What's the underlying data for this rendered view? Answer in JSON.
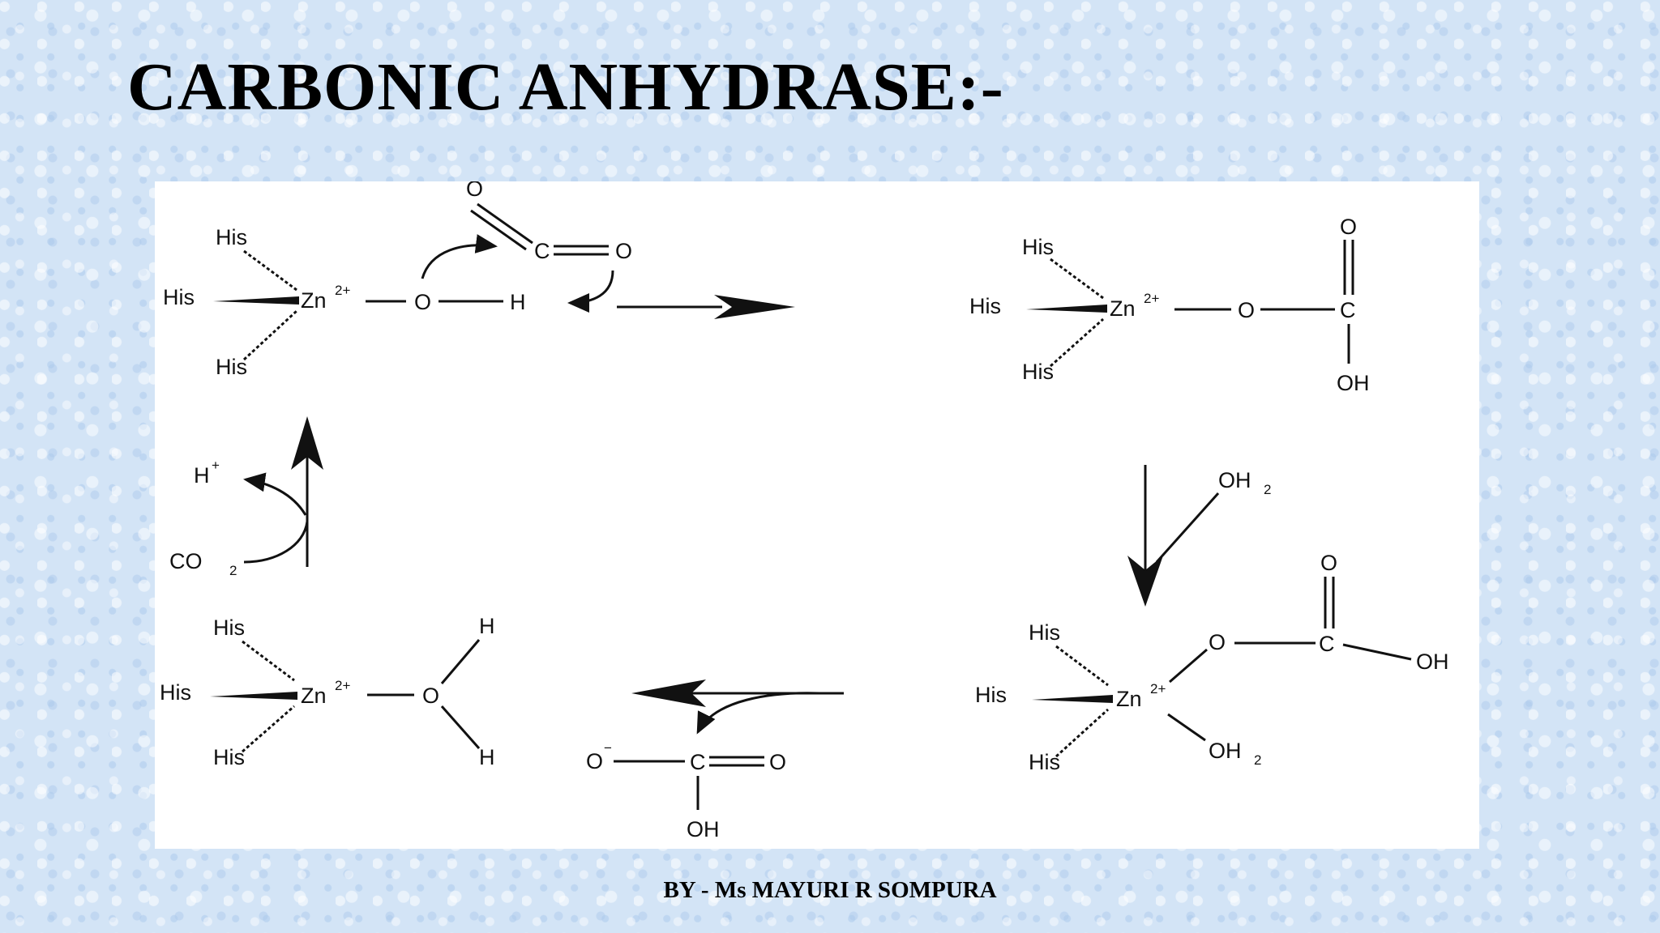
{
  "slide": {
    "title": "CARBONIC ANHYDRASE:-",
    "author": "BY - Ms MAYURI R SOMPURA"
  },
  "colors": {
    "background": "#d3e4f6",
    "panel": "#ffffff",
    "ink": "#111111"
  },
  "labels": {
    "his": "His",
    "zn": "Zn",
    "zn_charge": "2+",
    "o": "O",
    "c": "C",
    "h": "H",
    "oh": "OH",
    "oh2": "OH",
    "two": "2",
    "h_plus": "H",
    "plus": "+",
    "co2": "CO",
    "minus": "−"
  }
}
